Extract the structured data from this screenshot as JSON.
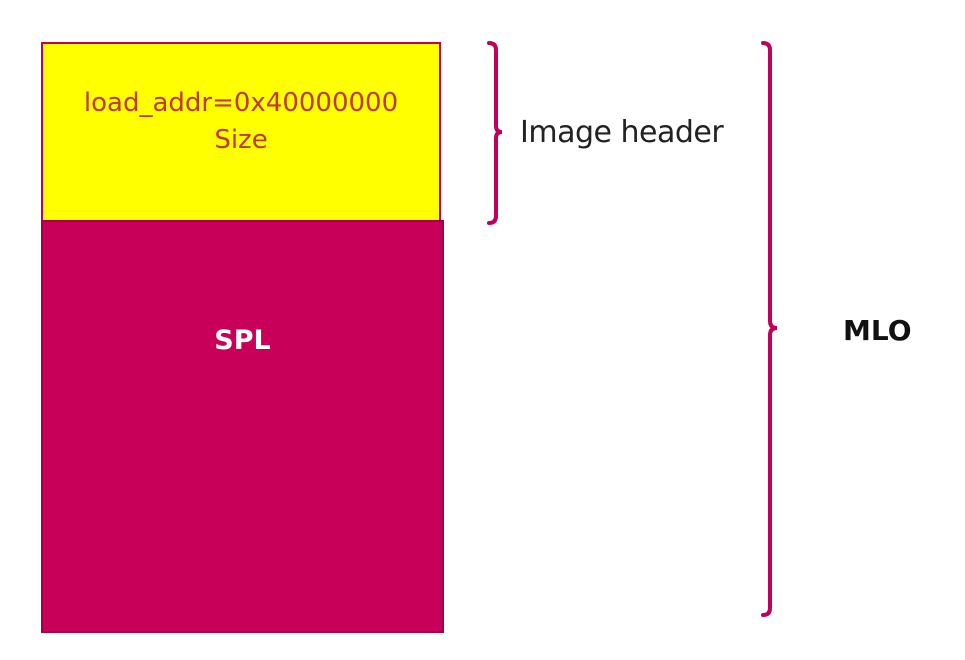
{
  "blocks": {
    "header": {
      "line1": "load_addr=0x40000000",
      "line2": "Size",
      "fill_color": "#ffff00",
      "text_color": "#c0392b"
    },
    "spl": {
      "label": "SPL",
      "fill_color": "#c8005a"
    }
  },
  "annotations": {
    "image_header": "Image header",
    "mlo": "MLO",
    "brace_color": "#c0005a"
  }
}
